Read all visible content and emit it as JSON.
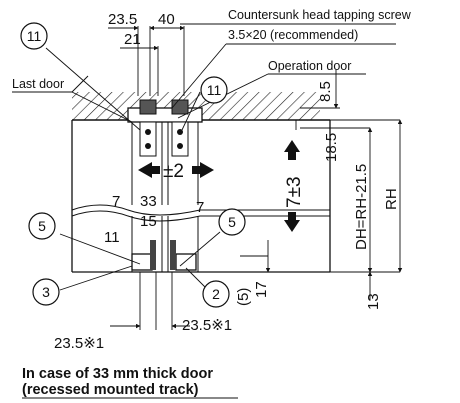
{
  "labels": {
    "screw": "Countersunk head tapping screw",
    "screw_spec": "3.5×20 (recommended)",
    "operation_door": "Operation door",
    "last_door": "Last door",
    "rh": "RH",
    "dh": "DH=RH-21.5",
    "caption_line1": "In case of 33 mm thick door",
    "caption_line2": "(recessed mounted track)"
  },
  "dims": {
    "d23_5_top": "23.5",
    "d40": "40",
    "d21": "21",
    "d8_5": "8.5",
    "d18_5": "18.5",
    "d2": "±2",
    "d7pm3": "7±3",
    "d7_left": "7",
    "d33": "33",
    "d7_right": "7",
    "d15": "15",
    "d11": "11",
    "d5p": "(5)",
    "d17": "17",
    "d13": "13",
    "d23_5_bl": "23.5※1",
    "d23_5_br": "23.5※1"
  },
  "callouts": {
    "c11_left": "11",
    "c11_right": "11",
    "c5_left": "5",
    "c5_right": "5",
    "c3": "3",
    "c2": "2"
  }
}
